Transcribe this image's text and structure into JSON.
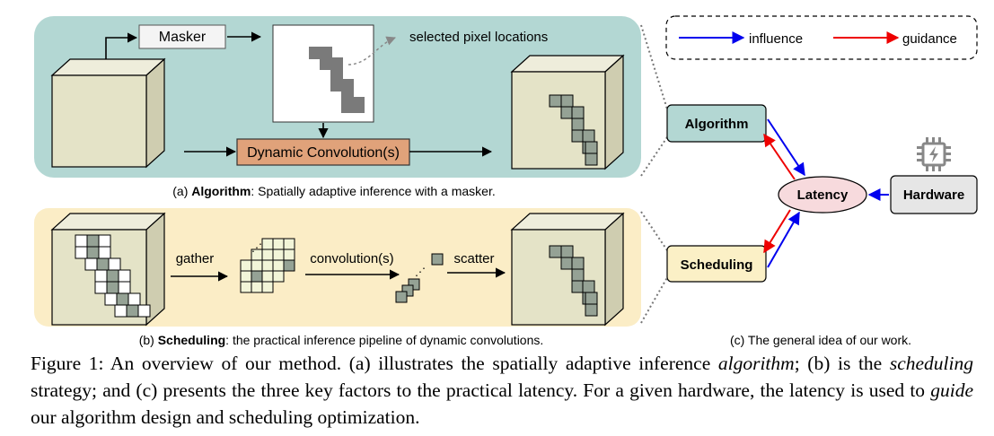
{
  "panel_a": {
    "masker_label": "Masker",
    "selected_pixels_label": "selected pixel locations",
    "dyn_conv_label": "Dynamic Convolution(s)",
    "caption_prefix": "(a) ",
    "caption_bold": "Algorithm",
    "caption_rest": ": Spatially adaptive inference with a masker."
  },
  "panel_b": {
    "gather_label": "gather",
    "convolution_label": "convolution(s)",
    "scatter_label": "scatter",
    "caption_prefix": "(b) ",
    "caption_bold": "Scheduling",
    "caption_rest": ": the practical inference pipeline of dynamic convolutions."
  },
  "panel_c": {
    "legend_influence": "influence",
    "legend_guidance": "guidance",
    "algorithm_label": "Algorithm",
    "scheduling_label": "Scheduling",
    "latency_label": "Latency",
    "hardware_label": "Hardware",
    "caption": "(c) The general idea of our work.",
    "chip_icon": "chip-icon"
  },
  "colors": {
    "teal_panel": "#b3d7d3",
    "yellow_panel": "#fbedc6",
    "cube": "#e4e3c7",
    "dyn_conv": "#e0a27a",
    "algorithm_box": "#b3d7d3",
    "scheduling_box": "#fbf0c6",
    "latency": "#f7dadd",
    "hardware": "#e6e6e6",
    "influence": "#0000ee",
    "guidance": "#ee0000",
    "mask_cell": "#7a7a7a",
    "grid_cell": "#95a295"
  },
  "figure_caption": {
    "p1": "Figure 1: An overview of our method. (a) illustrates the spatially adaptive inference ",
    "e1": "algorithm",
    "p2": "; (b) is the ",
    "e2": "scheduling",
    "p3": " strategy; and (c) presents the three key factors to the practical latency. For a given hardware, the latency is used to ",
    "e3": "guide",
    "p4": " our algorithm design and scheduling optimization."
  }
}
